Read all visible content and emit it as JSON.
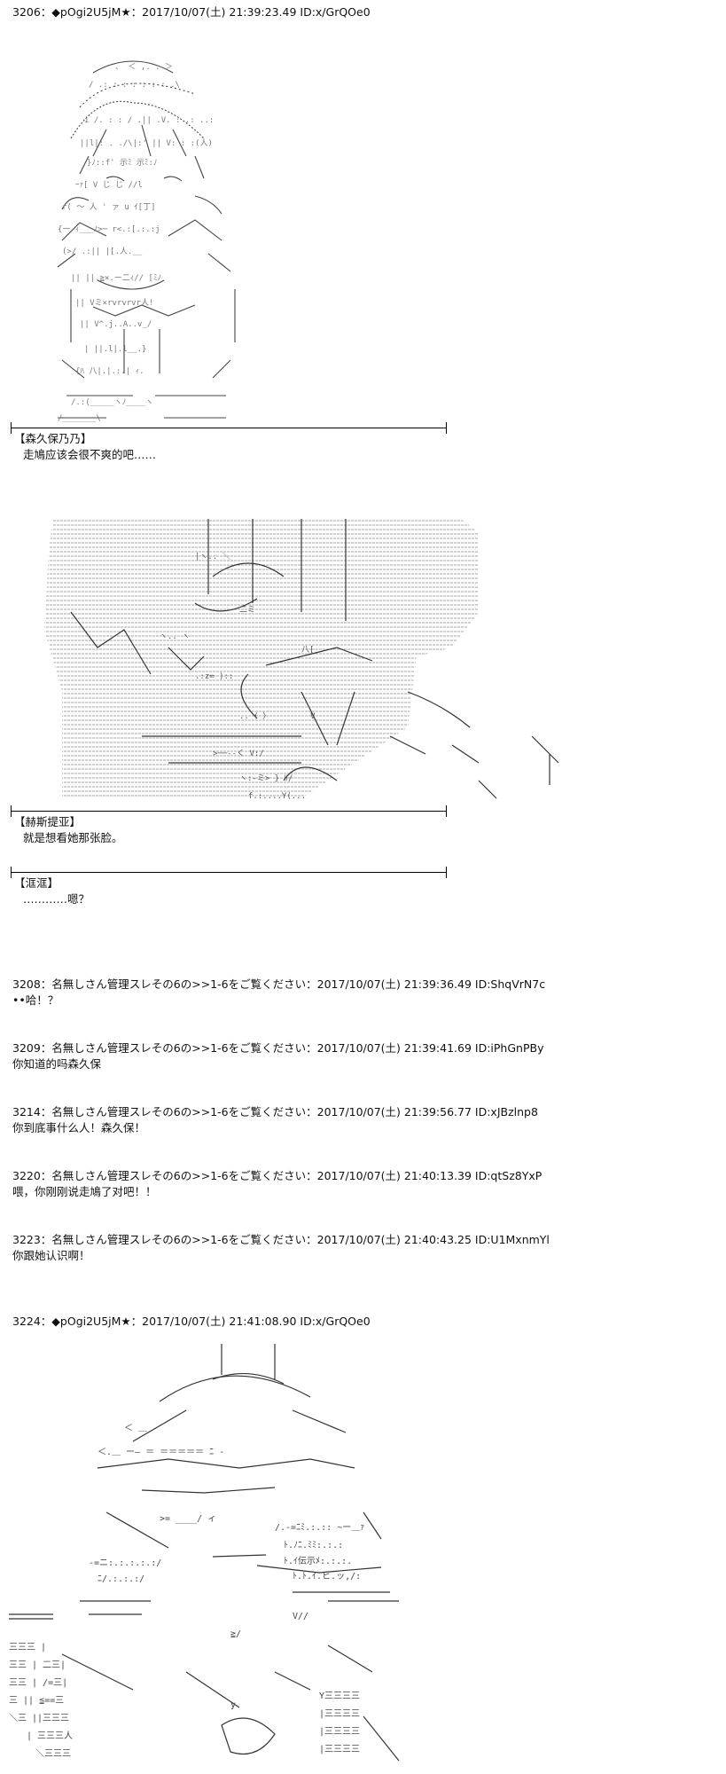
{
  "posts": [
    {
      "header": "3206：◆pOgi2U5jM★：2017/10/07(土) 21:39:23.49 ID:x/GrQOe0"
    },
    {
      "header": "3208：名無しさん管理スレその6の>>1-6をご覧ください：2017/10/07(土) 21:39:36.49 ID:ShqVrN7c",
      "body": "••哈！？"
    },
    {
      "header": "3209：名無しさん管理スレその6の>>1-6をご覧ください：2017/10/07(土) 21:39:41.69 ID:iPhGnPBy",
      "body": "你知道的吗森久保"
    },
    {
      "header": "3214：名無しさん管理スレその6の>>1-6をご覧ください：2017/10/07(土) 21:39:56.77 ID:xJBzlnp8",
      "body": "你到底事什么人！森久保！"
    },
    {
      "header": "3220：名無しさん管理スレその6の>>1-6をご覧ください：2017/10/07(土) 21:40:13.39 ID:qtSz8YxP",
      "body": "喂，你刚刚说走鳩了对吧！！"
    },
    {
      "header": "3223：名無しさん管理スレその6の>>1-6をご覧ください：2017/10/07(土) 21:40:43.25 ID:U1MxnmYl",
      "body": "你跟她认识啊！"
    },
    {
      "header": "3224：◆pOgi2U5jM★：2017/10/07(土) 21:41:08.90 ID:x/GrQOe0"
    }
  ],
  "dialogues": [
    {
      "speaker": "【森久保乃乃】",
      "line": "走鳩应该会很不爽的吧……"
    },
    {
      "speaker": "【赫斯提亚】",
      "line": "就是想看她那张脸。"
    },
    {
      "speaker": "【洭洭】",
      "line": "…………嗯？"
    }
  ]
}
